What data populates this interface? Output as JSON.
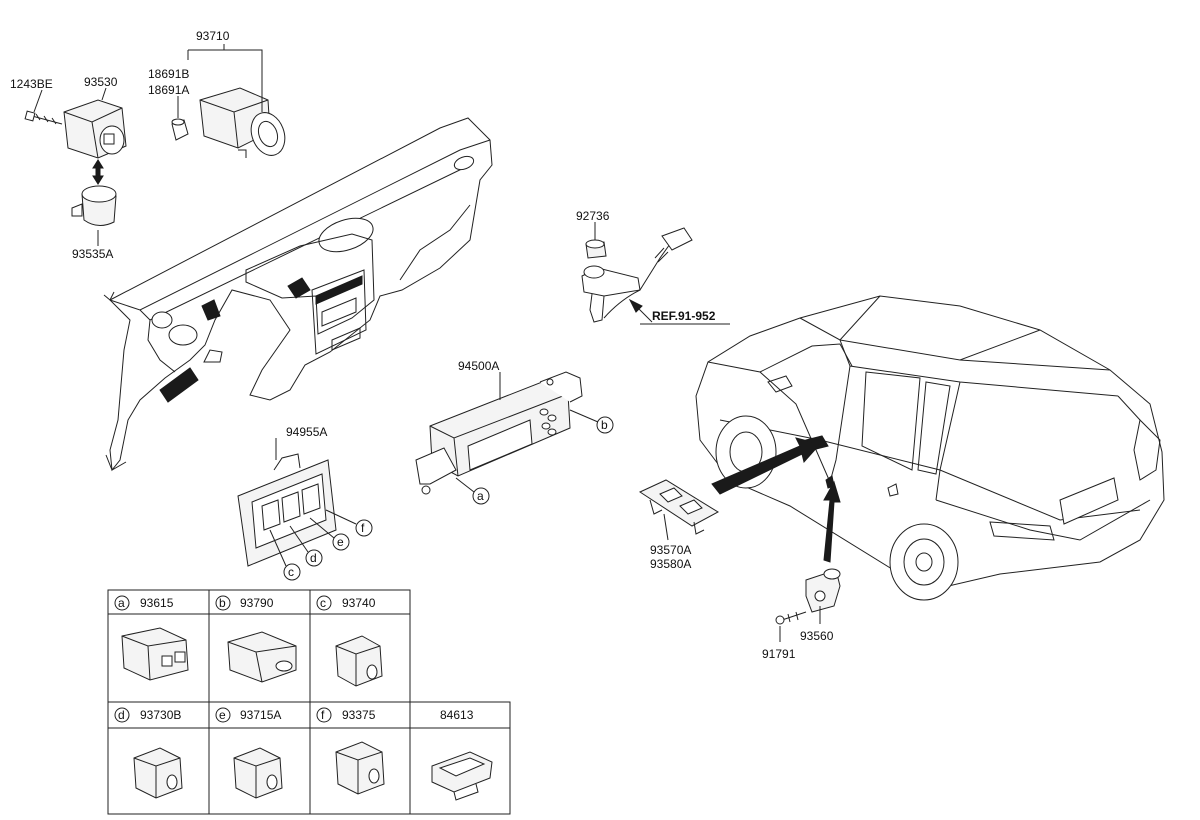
{
  "parts": {
    "p93710": "93710",
    "p1243BE": "1243BE",
    "p93530": "93530",
    "p18691B": "18691B",
    "p18691A": "18691A",
    "p93535A": "93535A",
    "p92736": "92736",
    "ref": "REF.91-952",
    "p94500A": "94500A",
    "p94955A": "94955A",
    "p93570A": "93570A",
    "p93580A": "93580A",
    "p93560": "93560",
    "p91791": "91791"
  },
  "callouts": {
    "a": "a",
    "b": "b",
    "c": "c",
    "d": "d",
    "e": "e",
    "f": "f"
  },
  "table": {
    "cells": [
      {
        "letter": "a",
        "part": "93615"
      },
      {
        "letter": "b",
        "part": "93790"
      },
      {
        "letter": "c",
        "part": "93740"
      },
      {
        "letter": "d",
        "part": "93730B"
      },
      {
        "letter": "e",
        "part": "93715A"
      },
      {
        "letter": "f",
        "part": "93375"
      },
      {
        "letter": "",
        "part": "84613"
      }
    ]
  }
}
